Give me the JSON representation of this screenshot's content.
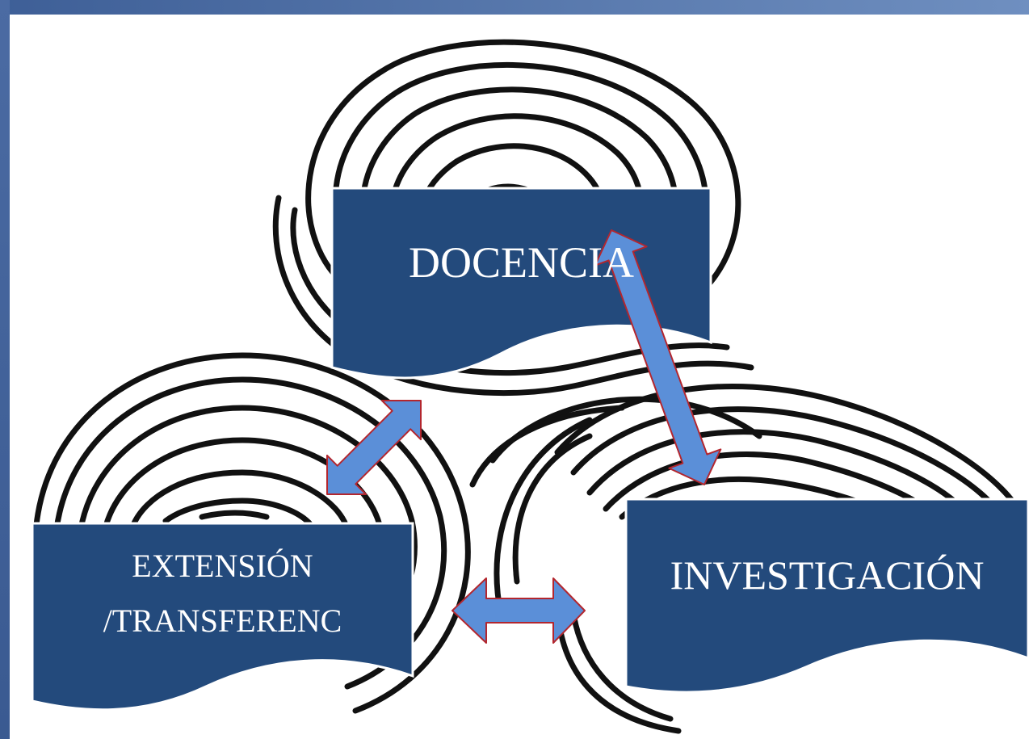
{
  "diagram": {
    "nodes": [
      {
        "id": "docencia",
        "label": "DOCENCIA"
      },
      {
        "id": "extension",
        "label_lines": [
          "EXTENSIÓN",
          "/TRANSFERENC"
        ]
      },
      {
        "id": "investigacion",
        "label": "INVESTIGACIÓN"
      }
    ],
    "links": [
      {
        "from": "extension",
        "to": "docencia",
        "style": "double-arrow"
      },
      {
        "from": "docencia",
        "to": "investigacion",
        "style": "double-arrow"
      },
      {
        "from": "extension",
        "to": "investigacion",
        "style": "double-arrow"
      }
    ],
    "colors": {
      "box_fill": "#234a7c",
      "box_border": "#ffffff",
      "arrow_fill": "#5b8fd8",
      "arrow_stroke": "#b3262e",
      "spiral_stroke": "#111111",
      "frame_gradient_start": "#3e5f97",
      "frame_gradient_end": "#6f8fc0",
      "box_text": "#ffffff"
    }
  }
}
